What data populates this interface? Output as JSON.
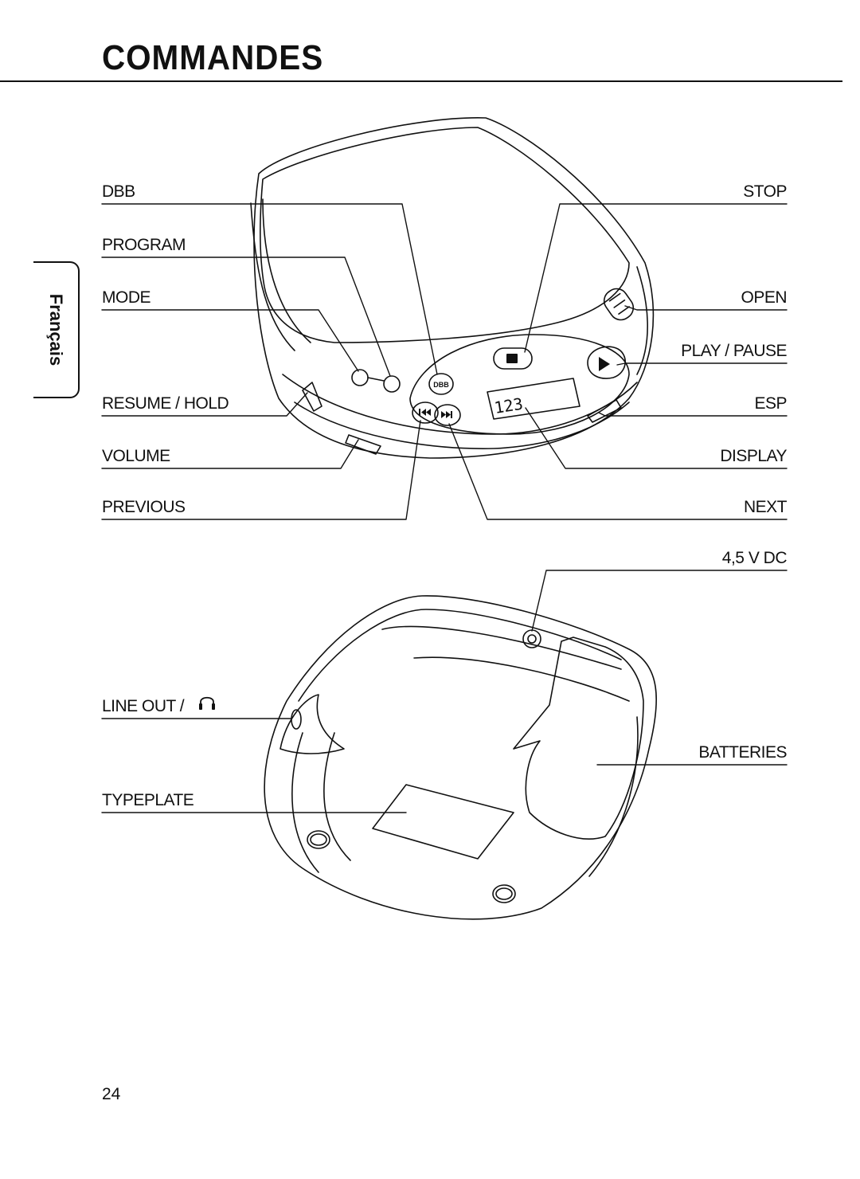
{
  "page": {
    "title": "COMMANDES",
    "side_tab": "Français",
    "page_number": "24"
  },
  "labels_left": {
    "dbb": "DBB",
    "program": "PROGRAM",
    "mode": "MODE",
    "resume_hold": "RESUME / HOLD",
    "volume": "VOLUME",
    "previous": "PREVIOUS",
    "line_out": "LINE OUT / ",
    "typeplate": "TYPEPLATE"
  },
  "labels_right": {
    "stop": "STOP",
    "open": "OPEN",
    "play_pause": "PLAY / PAUSE",
    "esp": "ESP",
    "display": "DISPLAY",
    "next": "NEXT",
    "dc_in": "4,5 V DC",
    "batteries": "BATTERIES"
  },
  "device": {
    "dbb_button_text": "DBB",
    "lcd_text": "123"
  },
  "icons": {
    "headphones": "headphones-icon",
    "stop": "stop-icon",
    "play": "play-icon",
    "previous": "skip-previous-icon",
    "next": "skip-next-icon"
  }
}
